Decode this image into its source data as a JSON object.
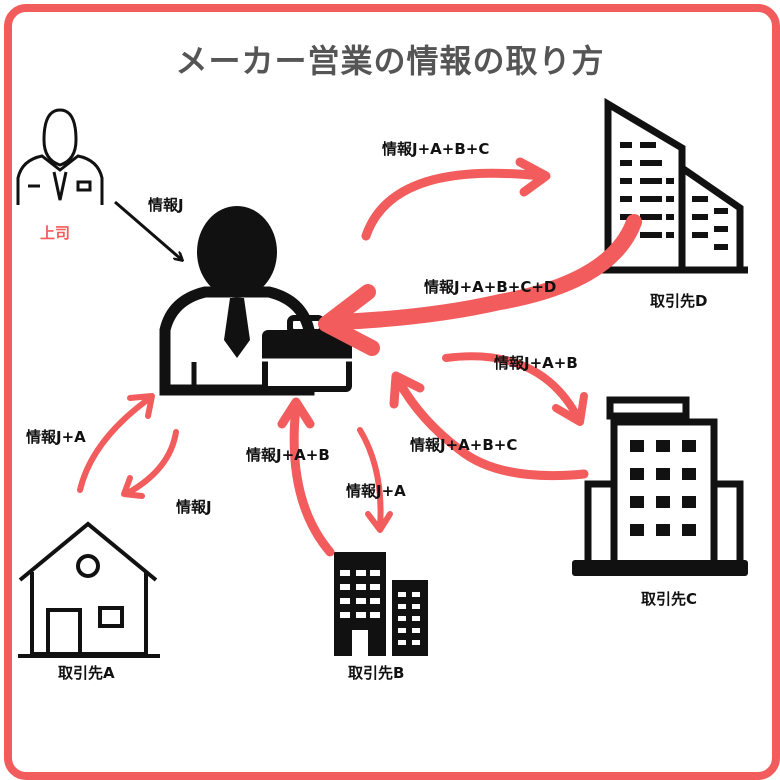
{
  "title": "メーカー営業の情報の取り方",
  "colors": {
    "accent": "#f25c5c",
    "ink": "#111111",
    "title": "#555555"
  },
  "nodes": {
    "boss": "上司",
    "client_a": "取引先A",
    "client_b": "取引先B",
    "client_c": "取引先C",
    "client_d": "取引先D"
  },
  "edges": {
    "boss_to_sales": "情報J",
    "sales_to_d": "情報J+A+B+C",
    "d_to_sales": "情報J+A+B+C+D",
    "sales_to_c": "情報J+A+B",
    "c_to_sales": "情報J+A+B+C",
    "a_to_sales": "情報J+A",
    "sales_to_a": "情報J",
    "b_to_sales": "情報J+A+B",
    "sales_to_b": "情報J+A"
  }
}
